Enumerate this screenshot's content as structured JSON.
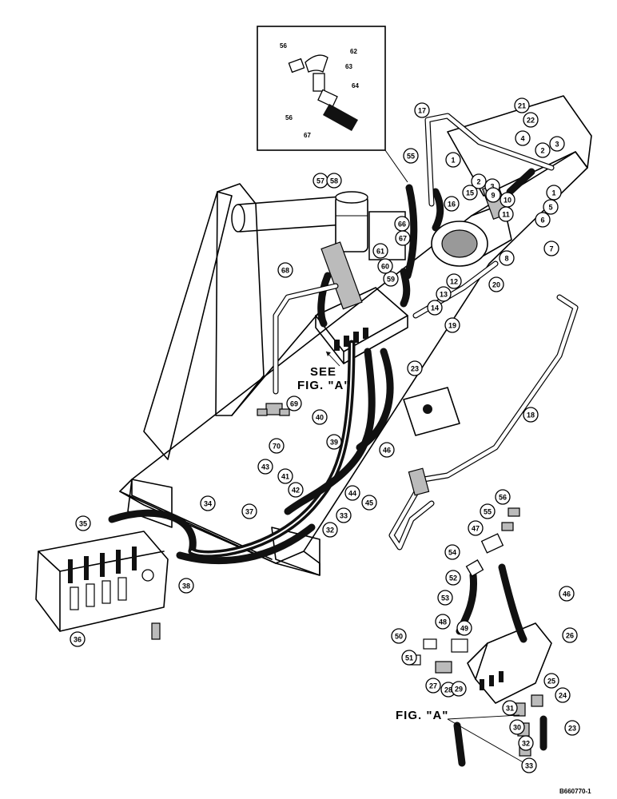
{
  "diagram": {
    "see_label_line1": "SEE",
    "see_label_line2": "FIG. \"A\"",
    "fig_label": "FIG. \"A\"",
    "drawing_number": "B660770-1",
    "callouts": [
      {
        "id": "c1a",
        "n": "1"
      },
      {
        "id": "c1b",
        "n": "1"
      },
      {
        "id": "c2a",
        "n": "2"
      },
      {
        "id": "c2b",
        "n": "2"
      },
      {
        "id": "c3a",
        "n": "3"
      },
      {
        "id": "c3b",
        "n": "3"
      },
      {
        "id": "c4",
        "n": "4"
      },
      {
        "id": "c5",
        "n": "5"
      },
      {
        "id": "c6",
        "n": "6"
      },
      {
        "id": "c7",
        "n": "7"
      },
      {
        "id": "c8",
        "n": "8"
      },
      {
        "id": "c9",
        "n": "9"
      },
      {
        "id": "c10",
        "n": "10"
      },
      {
        "id": "c11",
        "n": "11"
      },
      {
        "id": "c12",
        "n": "12"
      },
      {
        "id": "c13",
        "n": "13"
      },
      {
        "id": "c14",
        "n": "14"
      },
      {
        "id": "c15",
        "n": "15"
      },
      {
        "id": "c16",
        "n": "16"
      },
      {
        "id": "c17",
        "n": "17"
      },
      {
        "id": "c18",
        "n": "18"
      },
      {
        "id": "c19",
        "n": "19"
      },
      {
        "id": "c20",
        "n": "20"
      },
      {
        "id": "c21",
        "n": "21"
      },
      {
        "id": "c22",
        "n": "22"
      },
      {
        "id": "c23a",
        "n": "23"
      },
      {
        "id": "c23b",
        "n": "23"
      },
      {
        "id": "c24",
        "n": "24"
      },
      {
        "id": "c25",
        "n": "25"
      },
      {
        "id": "c26",
        "n": "26"
      },
      {
        "id": "c27",
        "n": "27"
      },
      {
        "id": "c28",
        "n": "28"
      },
      {
        "id": "c29",
        "n": "29"
      },
      {
        "id": "c30",
        "n": "30"
      },
      {
        "id": "c31",
        "n": "31"
      },
      {
        "id": "c32a",
        "n": "32"
      },
      {
        "id": "c32b",
        "n": "32"
      },
      {
        "id": "c33a",
        "n": "33"
      },
      {
        "id": "c33b",
        "n": "33"
      },
      {
        "id": "c34",
        "n": "34"
      },
      {
        "id": "c35",
        "n": "35"
      },
      {
        "id": "c36",
        "n": "36"
      },
      {
        "id": "c37",
        "n": "37"
      },
      {
        "id": "c38",
        "n": "38"
      },
      {
        "id": "c39",
        "n": "39"
      },
      {
        "id": "c40",
        "n": "40"
      },
      {
        "id": "c41",
        "n": "41"
      },
      {
        "id": "c42",
        "n": "42"
      },
      {
        "id": "c43",
        "n": "43"
      },
      {
        "id": "c44",
        "n": "44"
      },
      {
        "id": "c45",
        "n": "45"
      },
      {
        "id": "c46a",
        "n": "46"
      },
      {
        "id": "c46b",
        "n": "46"
      },
      {
        "id": "c47",
        "n": "47"
      },
      {
        "id": "c48",
        "n": "48"
      },
      {
        "id": "c49",
        "n": "49"
      },
      {
        "id": "c50",
        "n": "50"
      },
      {
        "id": "c51",
        "n": "51"
      },
      {
        "id": "c52",
        "n": "52"
      },
      {
        "id": "c53",
        "n": "53"
      },
      {
        "id": "c54",
        "n": "54"
      },
      {
        "id": "c55a",
        "n": "55"
      },
      {
        "id": "c55b",
        "n": "55"
      },
      {
        "id": "c56",
        "n": "56"
      },
      {
        "id": "c57",
        "n": "57"
      },
      {
        "id": "c58",
        "n": "58"
      },
      {
        "id": "c59",
        "n": "59"
      },
      {
        "id": "c60",
        "n": "60"
      },
      {
        "id": "c61",
        "n": "61"
      },
      {
        "id": "c66",
        "n": "66"
      },
      {
        "id": "c67",
        "n": "67"
      },
      {
        "id": "c68",
        "n": "68"
      },
      {
        "id": "c69",
        "n": "69"
      },
      {
        "id": "c70",
        "n": "70"
      }
    ],
    "inset_labels": [
      {
        "id": "i56a",
        "n": "56"
      },
      {
        "id": "i62",
        "n": "62"
      },
      {
        "id": "i63",
        "n": "63"
      },
      {
        "id": "i64",
        "n": "64"
      },
      {
        "id": "i56b",
        "n": "56"
      },
      {
        "id": "i67",
        "n": "67"
      }
    ]
  }
}
